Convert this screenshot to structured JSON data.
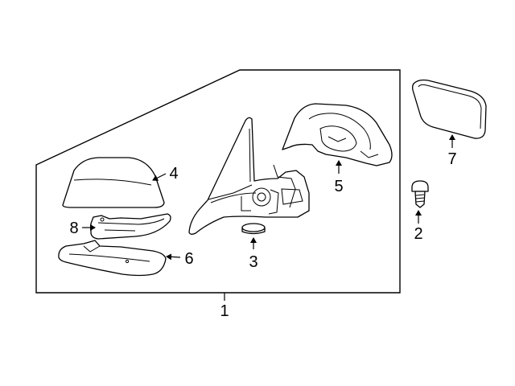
{
  "diagram": {
    "callouts": {
      "c1": "1",
      "c2": "2",
      "c3": "3",
      "c4": "4",
      "c5": "5",
      "c6": "6",
      "c7": "7",
      "c8": "8"
    },
    "parts": [
      "mirror-assembly",
      "screw",
      "grommet",
      "cover-cap",
      "housing-frame",
      "turn-signal-trim",
      "mirror-glass",
      "turn-signal-lamp"
    ]
  }
}
